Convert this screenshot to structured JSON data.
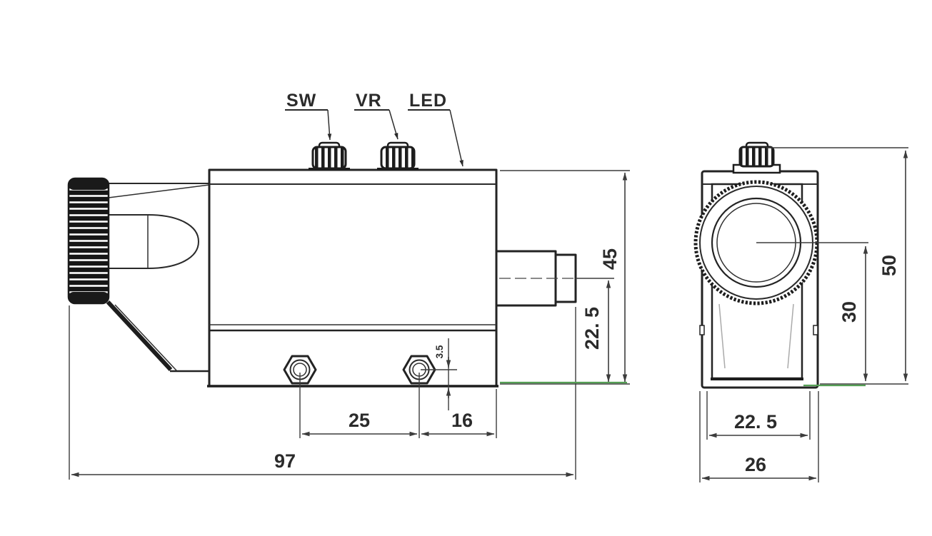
{
  "drawing": {
    "colors": {
      "line": "#2a2a2a",
      "dimension_line": "#3c3c3c",
      "accent_green": "#55a055",
      "text": "#2b2b2b"
    },
    "side_view": {
      "labels": {
        "sw": "SW",
        "vr": "VR",
        "led": "LED"
      },
      "dims": {
        "body_height": "45",
        "connector_center_height": "22. 5",
        "hole_spacing": "25",
        "hole_to_front": "16",
        "overall_length": "97",
        "hole_offset": "3.5"
      }
    },
    "front_view": {
      "dims": {
        "overall_height": "50",
        "lens_center_height": "30",
        "inner_width": "22. 5",
        "overall_width": "26"
      }
    }
  }
}
